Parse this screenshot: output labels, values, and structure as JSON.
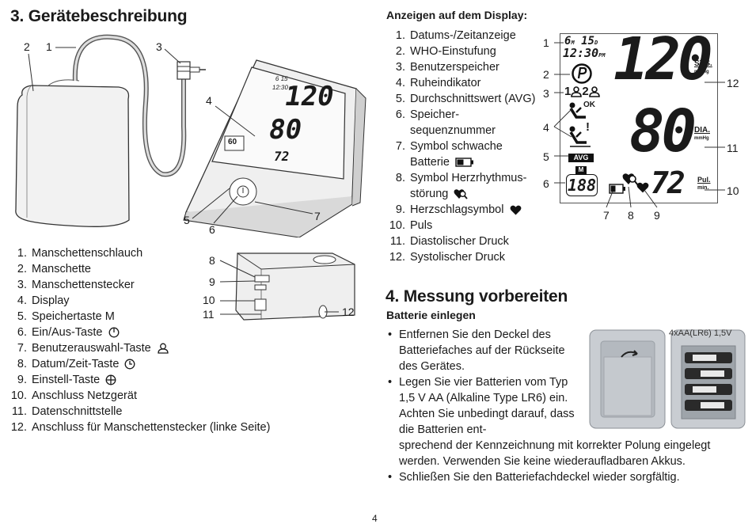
{
  "left": {
    "heading": "3. Gerätebeschreibung",
    "device_callouts": [
      "1",
      "2",
      "3",
      "4",
      "5",
      "6",
      "7"
    ],
    "side_callouts": [
      "8",
      "9",
      "10",
      "11",
      "12"
    ],
    "device_display": {
      "date": "6 15",
      "time": "12:30",
      "sys": "120",
      "dia": "80",
      "pulse": "72",
      "mem": "60"
    },
    "parts": [
      {
        "n": "1.",
        "text": "Manschettenschlauch"
      },
      {
        "n": "2.",
        "text": "Manschette"
      },
      {
        "n": "3.",
        "text": "Manschettenstecker"
      },
      {
        "n": "4.",
        "text": "Display"
      },
      {
        "n": "5.",
        "text": "Speichertaste M"
      },
      {
        "n": "6.",
        "text": "Ein/Aus-Taste",
        "icon": "power-icon"
      },
      {
        "n": "7.",
        "text": "Benutzerauswahl-Taste",
        "icon": "user-icon"
      },
      {
        "n": "8.",
        "text": "Datum/Zeit-Taste",
        "icon": "clock-icon"
      },
      {
        "n": "9.",
        "text": "Einstell-Taste",
        "icon": "crosshair-icon"
      },
      {
        "n": "10.",
        "text": "Anschluss Netzgerät"
      },
      {
        "n": "11.",
        "text": "Datenschnittstelle"
      },
      {
        "n": "12.",
        "text": "Anschluss für Manschettenstecker (linke Seite)"
      }
    ]
  },
  "right": {
    "heading": "Anzeigen auf dem Display:",
    "items": [
      {
        "n": "1.",
        "text": "Datums-/Zeitanzeige"
      },
      {
        "n": "2.",
        "text": "WHO-Einstufung"
      },
      {
        "n": "3.",
        "text": "Benutzerspeicher"
      },
      {
        "n": "4.",
        "text": "Ruheindikator"
      },
      {
        "n": "5.",
        "text": "Durchschnittswert (AVG)"
      },
      {
        "n": "6.",
        "text": "Speicher-sequenznummer"
      },
      {
        "n": "7.",
        "text": "Symbol schwache Batterie",
        "icon": "battery-low-icon"
      },
      {
        "n": "8.",
        "text": "Symbol Herzrhythmus-störung",
        "icon": "arrhythmia-icon"
      },
      {
        "n": "9.",
        "text": "Herzschlagsymbol",
        "icon": "heart-icon"
      },
      {
        "n": "10.",
        "text": "Puls"
      },
      {
        "n": "11.",
        "text": "Diastolischer Druck"
      },
      {
        "n": "12.",
        "text": "Systolischer Druck"
      }
    ],
    "lcd": {
      "date_month": "6",
      "date_m_unit": "M",
      "date_day": "15",
      "date_d_unit": "D",
      "time": "12:30",
      "time_suffix": "PM",
      "sys_value": "120",
      "sys_label": "SYS.",
      "dia_value": "80",
      "dia_label": "DIA.",
      "pulse_value": "72",
      "pulse_label": "Pul.",
      "unit_mmhg": "mmHg",
      "unit_min": "min.",
      "avg_label": "AVG",
      "mem_label": "M",
      "mem_value": "188",
      "ok_label": "OK",
      "warn_label": "!",
      "user1": "1",
      "user2": "2",
      "callouts": [
        "1",
        "2",
        "3",
        "4",
        "5",
        "6",
        "7",
        "8",
        "9",
        "10",
        "11",
        "12"
      ]
    }
  },
  "measure": {
    "heading": "4. Messung vorbereiten",
    "subheading": "Batterie einlegen",
    "battery_caption": "4xAA(LR6) 1,5V",
    "bullets": [
      "Entfernen Sie den Deckel des Batteriefaches auf der Rückseite des Gerätes.",
      "Legen Sie vier Batterien vom Typ 1,5 V AA (Alkaline Type LR6) ein. Achten Sie unbedingt darauf, dass die Batterien ent-",
      "sprechend der Kennzeichnung mit korrekter Polung eingelegt werden. Verwenden Sie keine wiederaufladbaren Akkus.",
      "Schließen Sie den Batteriefachdeckel wieder sorgfältig."
    ]
  },
  "footer": {
    "page_number": "4"
  }
}
